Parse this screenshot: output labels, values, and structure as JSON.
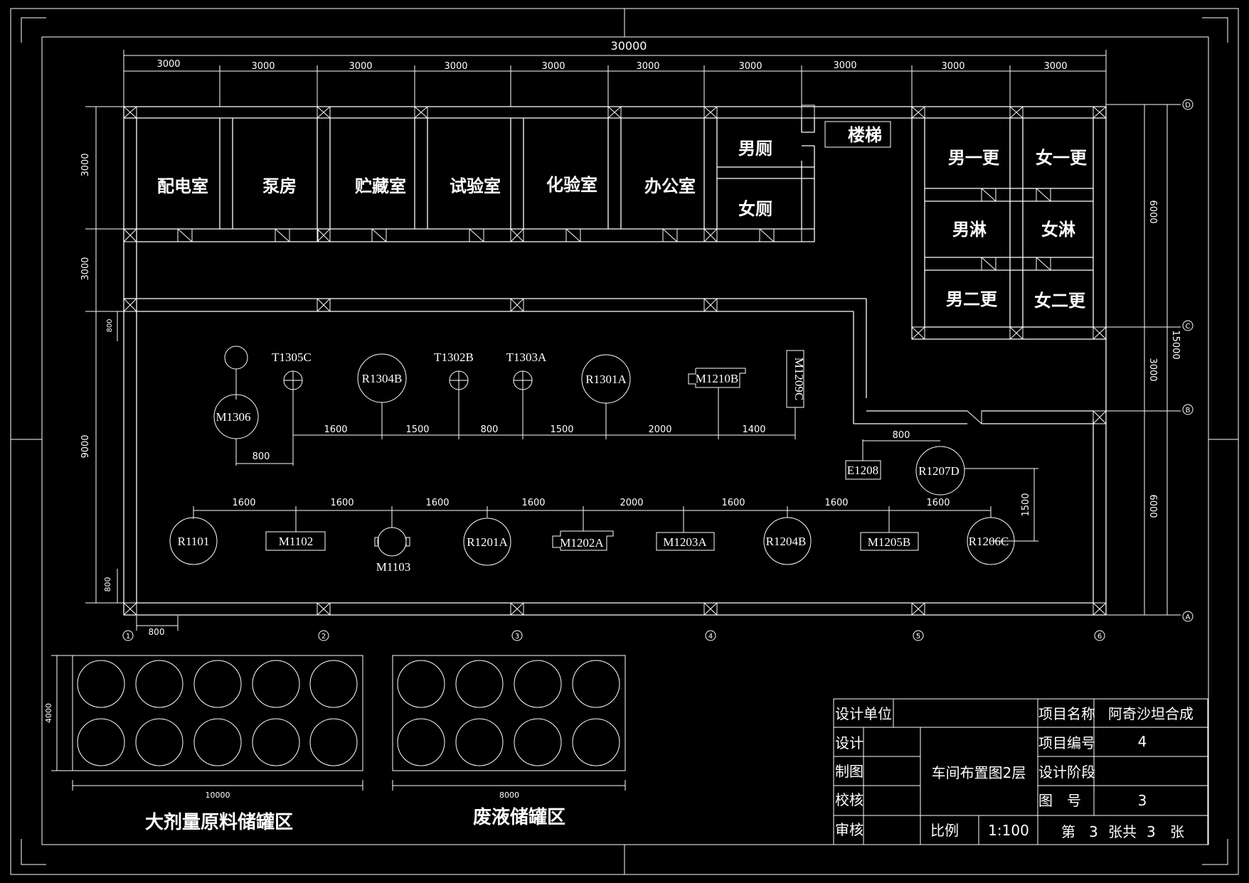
{
  "overall_dim": "30000",
  "top_dims": [
    "3000",
    "3000",
    "3000",
    "3000",
    "3000",
    "3000",
    "3000",
    "3000",
    "3000",
    "3000"
  ],
  "left_dims": [
    "3000",
    "3000",
    "800",
    "9000",
    "800"
  ],
  "right_dims": [
    "6000",
    "15000",
    "3000",
    "6000"
  ],
  "axis_cols": [
    "1",
    "2",
    "3",
    "4",
    "5",
    "6"
  ],
  "axis_rows": [
    "D",
    "C",
    "B",
    "A"
  ],
  "rooms": {
    "r1": "配电室",
    "r2": "泵房",
    "r3": "贮藏室",
    "r4": "试验室",
    "r5": "化验室",
    "r6": "办公室",
    "r7": "男厕",
    "r8": "女厕",
    "r9": "楼梯",
    "r10": "男一更",
    "r11": "女一更",
    "r12": "男淋",
    "r13": "女淋",
    "r14": "男二更",
    "r15": "女二更"
  },
  "equipment_row1": {
    "m1306": "M1306",
    "t1305c": "T1305C",
    "r1304b": "R1304B",
    "t1302b": "T1302B",
    "t1303a": "T1303A",
    "r1301a": "R1301A",
    "m1210b": "M1210B",
    "m1209c": "M1209C"
  },
  "row1_dims": [
    "800",
    "1600",
    "1500",
    "800",
    "1500",
    "2000",
    "1400"
  ],
  "equipment_mid": {
    "e1208": "E1208",
    "r1207d": "R1207D",
    "dim800": "800",
    "dim1500": "1500"
  },
  "equipment_row2": {
    "r1101": "R1101",
    "m1102": "M1102",
    "m1103": "M1103",
    "r1201a": "R1201A",
    "m1202a": "M1202A",
    "m1203a": "M1203A",
    "r1204b": "R1204B",
    "m1205b": "M1205B",
    "r1206c": "R1206C"
  },
  "row2_dims": [
    "1600",
    "1600",
    "1600",
    "1600",
    "2000",
    "1600",
    "1600",
    "1600"
  ],
  "corner_dim": "800",
  "tank_areas": {
    "raw": {
      "label": "大剂量原料储罐区",
      "width": "10000",
      "height": "4000"
    },
    "waste": {
      "label": "废液储罐区",
      "width": "8000"
    }
  },
  "title_block": {
    "design_unit": "设计单位",
    "project_name_label": "项目名称",
    "project_name": "阿奇沙坦合成",
    "design": "设计",
    "project_no_label": "项目编号",
    "project_no": "4",
    "drawing": "制图",
    "drawing_title": "车间布置图2层",
    "design_stage": "设计阶段",
    "check": "校核",
    "fig_no_label": "图　号",
    "fig_no": "3",
    "review": "审核",
    "scale_label": "比例",
    "scale": "1:100",
    "sheet_prefix": "第",
    "sheet_no": "3",
    "sheet_mid": "张共",
    "sheet_total": "3",
    "sheet_suffix": "张"
  }
}
